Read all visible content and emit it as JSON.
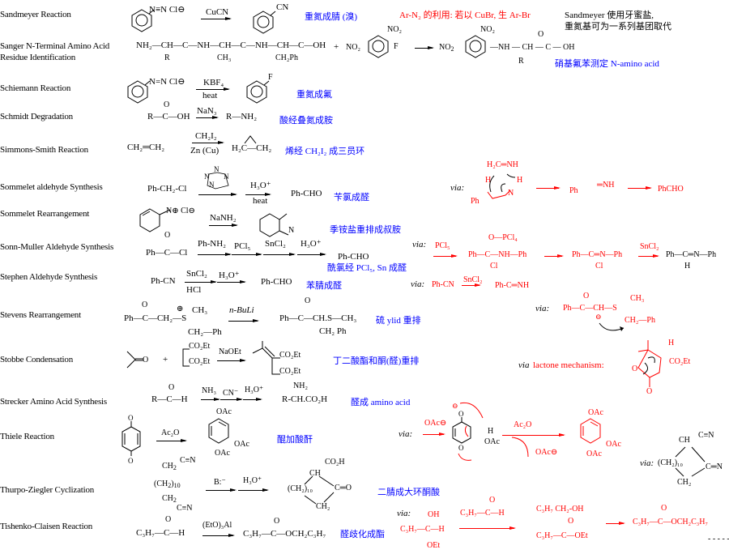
{
  "reactions": [
    {
      "name": "Sandmeyer Reaction",
      "reactant": "N≡N  Cl⊖",
      "reagent": "CuCN",
      "product": "CN",
      "note": "重氮成腈 (溴)",
      "red_note": "Ar-N₂ 的利用: 若以 CuBr, 生 Ar-Br",
      "side_note_1": "Sandmeyer 使用牙蜜盐,",
      "side_note_2": "重氮基可为一系列基团取代"
    },
    {
      "name_1": "Sanger N-Terminal Amino Acid",
      "name_2": "Residue Identification",
      "reactant": "NH₂—CH—C—NH—CH—C—NH—CH—C—OH",
      "reactant_subs": [
        "R",
        "CH₃",
        "CH₂Ph"
      ],
      "plus_reagent": "NO₂",
      "reagent_sub": "F",
      "reagent_top": "NO₂",
      "product": "NO₂ —⟨ ⟩—NH—CH—C—OH",
      "product_top": "NO₂",
      "product_sub": "R",
      "note": "硝基氟苯测定 N-amino acid"
    },
    {
      "name": "Schiemann Reaction",
      "reactant": "N=N  Cl⊖",
      "reagent_top": "KBF₄",
      "reagent_bottom": "heat",
      "product": "F",
      "note": "重氮成氟"
    },
    {
      "name": "Schmidt Degradation",
      "reactant": "R—C—OH",
      "reagent": "NaN₃",
      "product": "R—NH₂",
      "note": "酸经叠氮成胺"
    },
    {
      "name": "Simmons-Smith Reaction",
      "reactant": "CH₂═CH₂",
      "reagent_top": "CH₂I₂",
      "reagent_bottom": "Zn (Cu)",
      "product": "H₂C—CH₂",
      "note": "烯经 CH₂I₂ 成三员环"
    },
    {
      "name": "Sommelet aldehyde Synthesis",
      "reactant": "Ph-CH₂-Cl",
      "reagent_2_top": "H₃O⁺",
      "reagent_2_bottom": "heat",
      "product": "Ph-CHO",
      "note": "苄氯成醛",
      "via_label": "via:",
      "via_steps": [
        "H₂C═NH",
        "H",
        "H",
        "N",
        "Ph",
        "Ph",
        "═NH",
        "PhCHO"
      ]
    },
    {
      "name": "Sommelet Rearrangement",
      "reactant": "N⊕  Cl⊖",
      "reagent": "NaNH₂",
      "product": "N",
      "note": "季铵盐重排成叔胺"
    },
    {
      "name": "Sonn-Muller Aldehyde Synthesis",
      "reactant": "Ph—C—Cl",
      "reagents": [
        "Ph-NH₂",
        "PCl₅",
        "SnCl₂",
        "H₃O⁺"
      ],
      "product": "Ph-CHO",
      "note": "酰氯经 PCl₅, Sn 成醛",
      "via_label": "via:",
      "via_reagent_1": "PCl₅",
      "via_int_1": "Ph—C—NH—Ph",
      "via_int_1_top": "O—PCl₄",
      "via_int_1_bottom": "Cl",
      "via_int_2": "Ph—C═N—Ph",
      "via_int_2_bottom": "Cl",
      "via_reagent_2": "SnCl₂",
      "via_product": "Ph—C═N—Ph",
      "via_product_bottom": "H"
    },
    {
      "name": "Stephen Aldehyde Synthesis",
      "reactant": "Ph-CN",
      "reagent_top": "SnCl₂",
      "reagent_bottom": "HCl",
      "reagent_2": "H₃O⁺",
      "product": "Ph-CHO",
      "note": "苯腈成醛",
      "via_label": "via:",
      "via_reactant": "Ph-CN",
      "via_reagent": "SnCl₂",
      "via_product": "Ph-C═NH"
    },
    {
      "name": "Stevens Rearrangement",
      "reactant": "Ph—C—CH₂—S",
      "reactant_top": "O",
      "reactant_me": "CH₃",
      "reactant_bn": "CH₂—Ph",
      "reagent": "n-BuLi",
      "product": "Ph—C—CH.S—CH₃",
      "product_sub": "CH₂ Ph",
      "note": "硫 ylid 重排",
      "via_label": "via:",
      "via_text": "Ph—C—CH—S",
      "via_me": "CH₃",
      "via_bn": "CH₂—Ph"
    },
    {
      "name": "Stobbe Condensation",
      "reactant_2_a": "CO₂Et",
      "reactant_2_b": "CO₂Et",
      "reagent": "NaOEt",
      "product_a": "CO₂Et",
      "product_b": "CO₂Et",
      "note": "丁二酸酯和酮(醛)重排",
      "via_label": "via",
      "via_red": "lactone mechanism:",
      "via_h": "H",
      "via_ester": "CO₂Et"
    },
    {
      "name": "Strecker Amino Acid Synthesis",
      "reactant": "R—C—H",
      "reagents": [
        "NH₃",
        "CN⁻",
        "H₃O⁺"
      ],
      "product": "R-CH.CO₂H",
      "product_top": "NH₂",
      "note": "醛成 amino acid"
    },
    {
      "name": "Thiele Reaction",
      "reagent": "Ac₂O",
      "product_subs": [
        "OAc",
        "OAc",
        "OAc"
      ],
      "note": "醌加酸酐",
      "via_label": "via:",
      "via_reagent": "OAc⊖",
      "via_reagent_2": "Ac₂O",
      "via_leaving": "OAc⊖",
      "via_h": "H",
      "via_oac": "OAc"
    },
    {
      "name": "Thurpo-Ziegler Cyclization",
      "reactant": [
        "CH₂ C≡N",
        "(CH₂)₁₀",
        "CH₂",
        "C≡N"
      ],
      "reagents": [
        "B:⁻",
        "H₃O⁺"
      ],
      "product": [
        "CO₂H",
        "CH",
        "(CH₂)₁₀",
        "C═O",
        "CH₂"
      ],
      "note": "二腈成大环酮酸",
      "via_label": "via:",
      "via_parts": [
        "CH",
        "C≡N",
        "(CH₂)₁₀",
        "C═N",
        "CH₂"
      ]
    },
    {
      "name": "Tishenko-Claisen Reaction",
      "reactant": "C₃H₇—C—H",
      "reagent": "(EtO)₃Al",
      "product": "C₃H₇—C—OCH₂C₃H₇",
      "note": "醛歧化成酯",
      "via_label": "via:",
      "via_int": "C₃H₇—C—H",
      "via_int_oh": "OH",
      "via_int_oet": "OEt",
      "via_reagent": "C₃H₇—C—H",
      "via_mid_1": "C₃H₇ CH₂-OH",
      "via_mid_2": "C₃H₇—C—OEt",
      "via_product": "C₃H₇—C—OCH₂C₃H₇",
      "ellipsis": "- - - - -"
    }
  ]
}
